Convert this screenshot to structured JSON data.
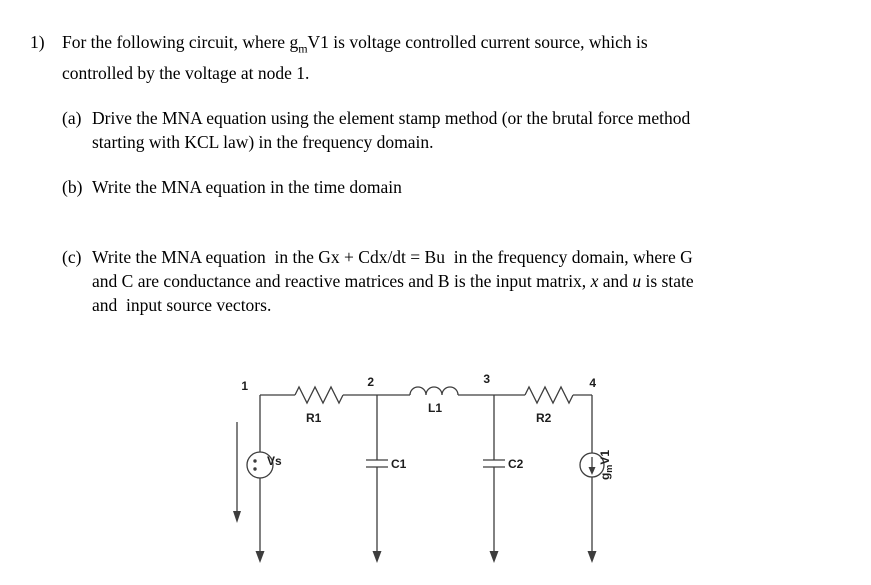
{
  "problem": {
    "number": "1)",
    "intro": {
      "pre": "For the following circuit, where g",
      "sub": "m",
      "post": "V1 is voltage controlled current source, which is",
      "line2": "controlled by the voltage at node 1."
    },
    "parts": [
      {
        "label": "(a)",
        "lines": [
          "Drive the MNA equation using the element stamp method (or the brutal force method",
          "starting with KCL law) in the frequency domain."
        ]
      },
      {
        "label": "(b)",
        "lines": [
          "Write the MNA equation in the time domain"
        ]
      },
      {
        "label": "(c)",
        "line1": "Write the MNA equation  in the Gx + Cdx/dt = Bu  in the frequency domain, where G",
        "line2_pre": "and C are conductance and reactive matrices and B is the input matrix, ",
        "line2_x": "x",
        "line2_mid": " and ",
        "line2_u": "u",
        "line2_post": " is state",
        "line3": "and  input source vectors."
      }
    ]
  },
  "circuit": {
    "nodes": [
      "1",
      "2",
      "3",
      "4"
    ],
    "components": {
      "r1": "R1",
      "l1": "L1",
      "r2": "R2",
      "c1": "C1",
      "c2": "C2",
      "vs": "Vs",
      "gm_pre": "g",
      "gm_sub": "m",
      "gm_post": "V1"
    },
    "stroke_color": "#3d3d3d"
  }
}
